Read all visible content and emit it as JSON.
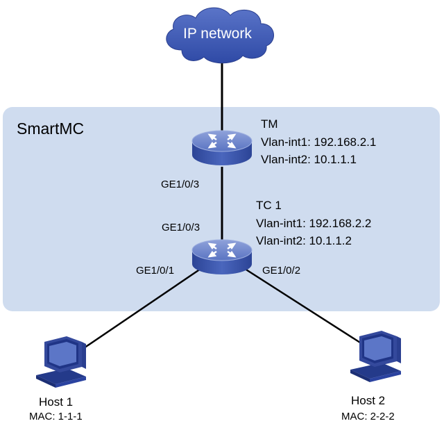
{
  "zone": {
    "label": "SmartMC",
    "fill": "#cfdcef"
  },
  "cloud": {
    "label": "IP network",
    "fill": "#3d59b5"
  },
  "tm": {
    "title": "TM",
    "lines": [
      "Vlan-int1: 192.168.2.1",
      "Vlan-int2: 10.1.1.1"
    ],
    "port_down": "GE1/0/3"
  },
  "tc1": {
    "title": "TC 1",
    "lines": [
      "Vlan-int1: 192.168.2.2",
      "Vlan-int2: 10.1.1.2"
    ],
    "port_up": "GE1/0/3",
    "port_left": "GE1/0/1",
    "port_right": "GE1/0/2"
  },
  "hosts": [
    {
      "name": "Host 1",
      "mac": "MAC: 1-1-1"
    },
    {
      "name": "Host 2",
      "mac": "MAC: 2-2-2"
    }
  ],
  "colors": {
    "switch": "#3a56b0",
    "switch_top": "#6f86c9",
    "host": "#34499c",
    "link": "#000000"
  }
}
